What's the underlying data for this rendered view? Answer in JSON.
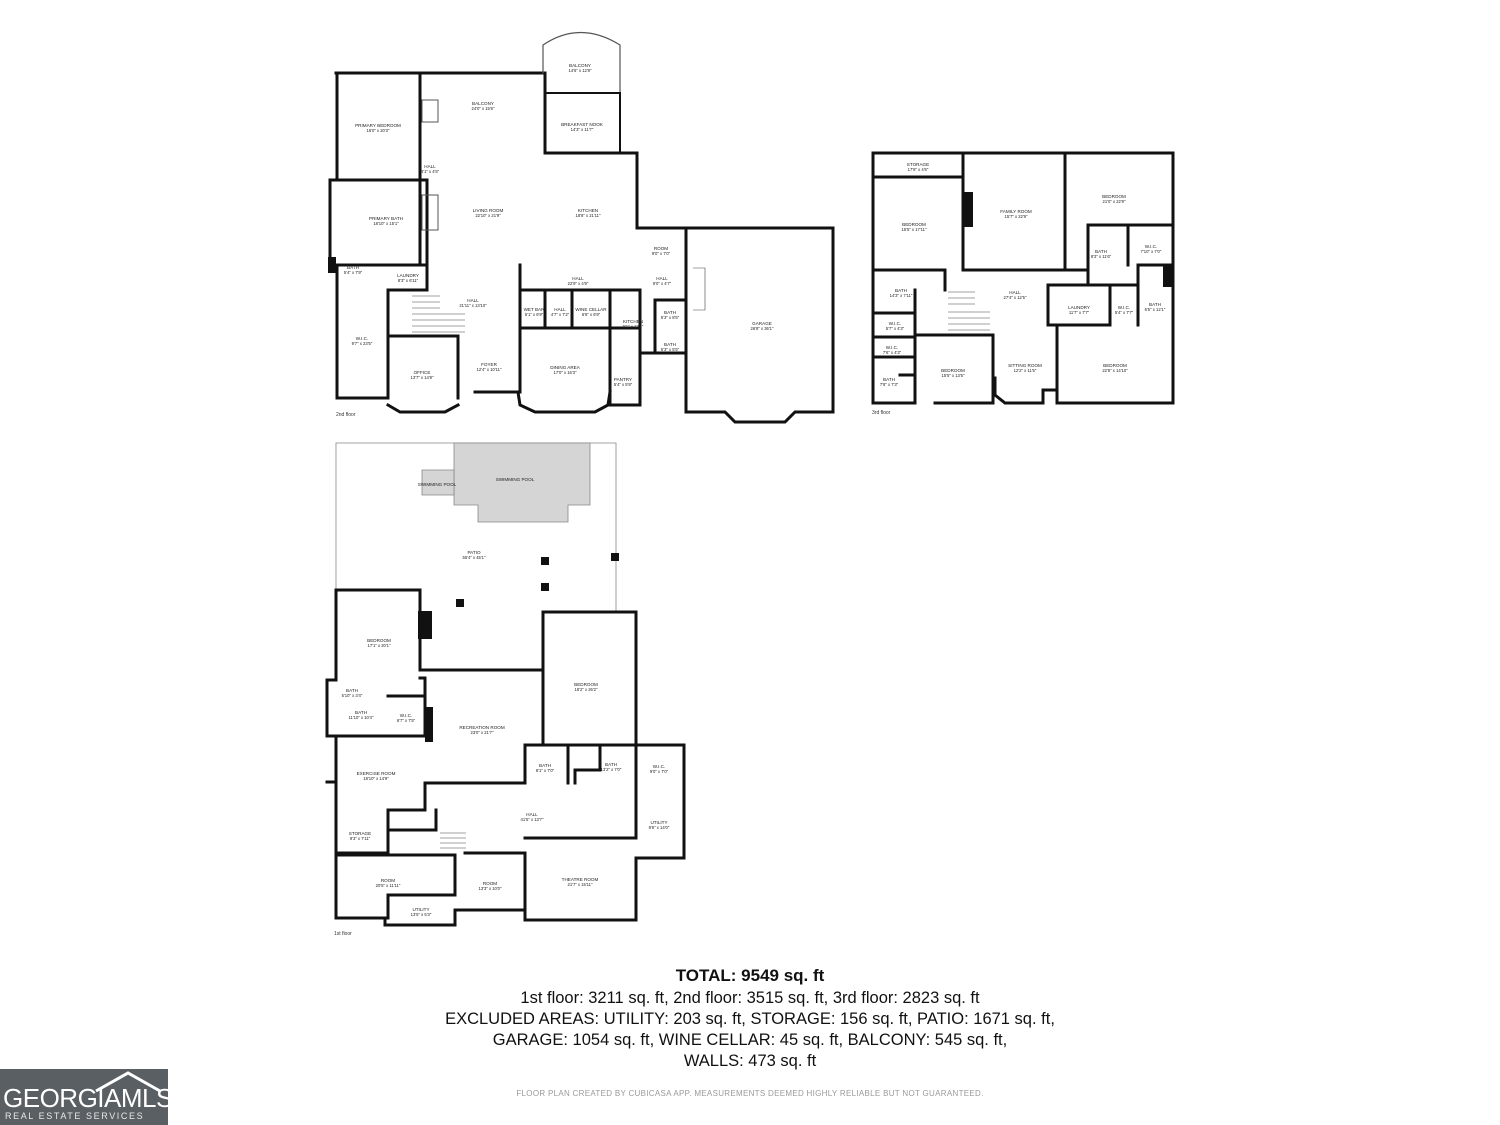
{
  "floors": {
    "second": {
      "label": "2nd floor",
      "rooms": {
        "balcony_top": {
          "name": "BALCONY",
          "dim": "14'6\" x 12'8\""
        },
        "primary_bedroom": {
          "name": "PRIMARY BEDROOM",
          "dim": "16'0\" x 20'3\""
        },
        "balcony": {
          "name": "BALCONY",
          "dim": "24'0\" x 15'6\""
        },
        "breakfast_nook": {
          "name": "BREAKFAST NOOK",
          "dim": "14'3\" x 11'7\""
        },
        "hall_small": {
          "name": "HALL",
          "dim": "3'1\" x 4'5\""
        },
        "primary_bath": {
          "name": "PRIMARY BATH",
          "dim": "18'10\" x 15'1\""
        },
        "living_room": {
          "name": "LIVING ROOM",
          "dim": "22'10\" x 21'9\""
        },
        "kitchen": {
          "name": "KITCHEN",
          "dim": "18'8\" x 21'11\""
        },
        "room": {
          "name": "ROOM",
          "dim": "9'0\" x 7'0\""
        },
        "bath_left": {
          "name": "BATH",
          "dim": "5'4\" x 7'9\""
        },
        "laundry": {
          "name": "LAUNDRY",
          "dim": "8'3\" x 6'11\""
        },
        "hall_mid": {
          "name": "HALL",
          "dim": "22'9\" x 4'9\""
        },
        "hall_right": {
          "name": "HALL",
          "dim": "9'0\" x 4'7\""
        },
        "garage": {
          "name": "GARAGE",
          "dim": "26'8\" x 36'1\""
        },
        "hall_main": {
          "name": "HALL",
          "dim": "21'11\" x 13'10\""
        },
        "wet_bar": {
          "name": "WET BAR",
          "dim": "5'1\" x 6'9\""
        },
        "hall_tiny": {
          "name": "HALL",
          "dim": "4'7\" x 7'2\""
        },
        "wine_cellar": {
          "name": "WINE CELLAR",
          "dim": "6'8\" x 6'9\""
        },
        "kitchen_small": {
          "name": "KITCHEN",
          "dim": "9'1\" x 12'3\""
        },
        "bath_a": {
          "name": "BATH",
          "dim": "5'3\" x 8'5\""
        },
        "bath_b": {
          "name": "BATH",
          "dim": "5'3\" x 5'5\""
        },
        "wic": {
          "name": "W.I.C.",
          "dim": "9'7\" x 23'5\""
        },
        "foyer": {
          "name": "FOYER",
          "dim": "12'4\" x 10'11\""
        },
        "dining": {
          "name": "DINING AREA",
          "dim": "17'0\" x 16'3\""
        },
        "office": {
          "name": "OFFICE",
          "dim": "13'7\" x 14'8\""
        },
        "pantry": {
          "name": "PANTRY",
          "dim": "5'4\" x 5'9\""
        }
      }
    },
    "third": {
      "label": "3rd floor",
      "rooms": {
        "storage": {
          "name": "STORAGE",
          "dim": "17'8\" x 4'6\""
        },
        "bedroom_nw": {
          "name": "BEDROOM",
          "dim": "15'5\" x 17'11\""
        },
        "family_room": {
          "name": "FAMILY ROOM",
          "dim": "15'7\" x 22'9\""
        },
        "bedroom_ne": {
          "name": "BEDROOM",
          "dim": "21'0\" x 22'9\""
        },
        "bath_ne": {
          "name": "BATH",
          "dim": "8'3\" x 11'6\""
        },
        "wic_ne": {
          "name": "W.I.C.",
          "dim": "7'10\" x 7'0\""
        },
        "bath_w": {
          "name": "BATH",
          "dim": "14'3\" x 7'11\""
        },
        "hall": {
          "name": "HALL",
          "dim": "27'4\" x 12'5\""
        },
        "laundry": {
          "name": "LAUNDRY",
          "dim": "11'7\" x 7'7\""
        },
        "wic_e": {
          "name": "W.I.C.",
          "dim": "5'4\" x 7'7\""
        },
        "bath_e": {
          "name": "BATH",
          "dim": "6'5\" x 12'1\""
        },
        "wic_w1": {
          "name": "W.I.C.",
          "dim": "5'7\" x 4'3\""
        },
        "wic_w2": {
          "name": "W.I.C.",
          "dim": "7'6\" x 4'3\""
        },
        "bath_sw": {
          "name": "BATH",
          "dim": "7'8\" x 7'3\""
        },
        "bedroom_s": {
          "name": "BEDROOM",
          "dim": "15'5\" x 13'5\""
        },
        "sitting_room": {
          "name": "SITTING ROOM",
          "dim": "12'2\" x 11'5\""
        },
        "bedroom_se": {
          "name": "BEDROOM",
          "dim": "22'8\" x 14'10\""
        }
      }
    },
    "first": {
      "label": "1st floor",
      "rooms": {
        "pool_small": {
          "name": "SWIMMING POOL",
          "dim": ""
        },
        "pool": {
          "name": "SWIMMING POOL",
          "dim": ""
        },
        "patio": {
          "name": "PATIO",
          "dim": "55'4\" x 45'1\""
        },
        "bedroom_w": {
          "name": "BEDROOM",
          "dim": "17'1\" x 20'1\""
        },
        "bedroom_e": {
          "name": "BEDROOM",
          "dim": "18'2\" x 26'2\""
        },
        "bath_small": {
          "name": "BATH",
          "dim": "5'10\" x 3'4\""
        },
        "bath_w": {
          "name": "BATH",
          "dim": "11'10\" x 10'4\""
        },
        "wic_w": {
          "name": "W.I.C.",
          "dim": "6'7\" x 7'5\""
        },
        "recreation": {
          "name": "RECREATION ROOM",
          "dim": "23'0\" x 21'7\""
        },
        "bath_c": {
          "name": "BATH",
          "dim": "8'1\" x 7'0\""
        },
        "bath_d": {
          "name": "BATH",
          "dim": "13'2\" x 7'0\""
        },
        "wic_e": {
          "name": "W.I.C.",
          "dim": "9'0\" x 7'0\""
        },
        "exercise": {
          "name": "EXERCISE ROOM",
          "dim": "18'10\" x 14'9\""
        },
        "hall": {
          "name": "HALL",
          "dim": "41'5\" x 13'7\""
        },
        "utility_e": {
          "name": "UTILITY",
          "dim": "9'6\" x 14'0\""
        },
        "storage": {
          "name": "STORAGE",
          "dim": "9'3\" x 7'11\""
        },
        "room_w": {
          "name": "ROOM",
          "dim": "20'5\" x 11'11\""
        },
        "room_c": {
          "name": "ROOM",
          "dim": "13'3\" x 10'0\""
        },
        "theatre": {
          "name": "THEATRE ROOM",
          "dim": "21'7\" x 15'11\""
        },
        "utility_s": {
          "name": "UTILITY",
          "dim": "13'5\" x 5'3\""
        }
      }
    }
  },
  "summary": {
    "total": "TOTAL: 9549 sq. ft",
    "line1": "1st floor: 3211 sq. ft, 2nd floor: 3515 sq. ft, 3rd floor: 2823 sq. ft",
    "line2": "EXCLUDED AREAS: UTILITY: 203 sq. ft, STORAGE: 156 sq. ft, PATIO: 1671 sq. ft,",
    "line3": "GARAGE: 1054 sq. ft, WINE CELLAR: 45 sq. ft, BALCONY: 545 sq. ft,",
    "line4": "WALLS: 473 sq. ft"
  },
  "disclaimer": "FLOOR PLAN CREATED BY CUBICASA APP. MEASUREMENTS DEEMED HIGHLY RELIABLE BUT NOT GUARANTEED.",
  "logo": {
    "wordmark": "GEORGIAMLS",
    "subtitle": "REAL ESTATE SERVICES"
  },
  "colors": {
    "wall": "#111111",
    "pool": "#d5d5d5",
    "logo_bg": "#5a5f63"
  }
}
